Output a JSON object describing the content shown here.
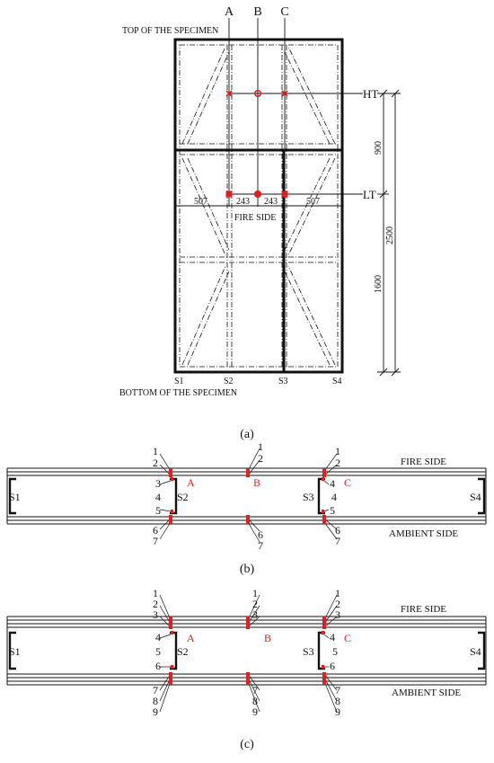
{
  "panel_a": {
    "col_a": "A",
    "col_b": "B",
    "col_c": "C",
    "top_label": "TOP OF THE SPECIMEN",
    "bottom_label": "BOTTOM OF THE SPECIMEN",
    "ht": "HT",
    "lt": "LT",
    "fire_side": "FIRE SIDE",
    "dim_507_left": "507",
    "dim_243_left": "243",
    "dim_243_right": "243",
    "dim_507_right": "507",
    "dim_900": "900",
    "dim_2500": "2500",
    "dim_1600": "1600",
    "s1": "S1",
    "s2": "S2",
    "s3": "S3",
    "s4": "S4",
    "caption": "(a)"
  },
  "panel_b": {
    "fire_side": "FIRE SIDE",
    "ambient_side": "AMBIENT SIDE",
    "s1": "S1",
    "s2": "S2",
    "s3": "S3",
    "s4": "S4",
    "loc_a": "A",
    "loc_b": "B",
    "loc_c": "C",
    "n1": "1",
    "n2": "2",
    "n3": "3",
    "n4": "4",
    "n5": "5",
    "n6": "6",
    "n7": "7",
    "caption": "(b)"
  },
  "panel_c": {
    "fire_side": "FIRE SIDE",
    "ambient_side": "AMBIENT SIDE",
    "s1": "S1",
    "s2": "S2",
    "s3": "S3",
    "s4": "S4",
    "loc_a": "A",
    "loc_b": "B",
    "loc_c": "C",
    "n1": "1",
    "n2": "2",
    "n3": "3",
    "n4": "4",
    "n5": "5",
    "n6": "6",
    "n7": "7",
    "n8": "8",
    "n9": "9",
    "caption": "(c)"
  },
  "colors": {
    "ink": "#111111",
    "accent": "#e02020"
  }
}
